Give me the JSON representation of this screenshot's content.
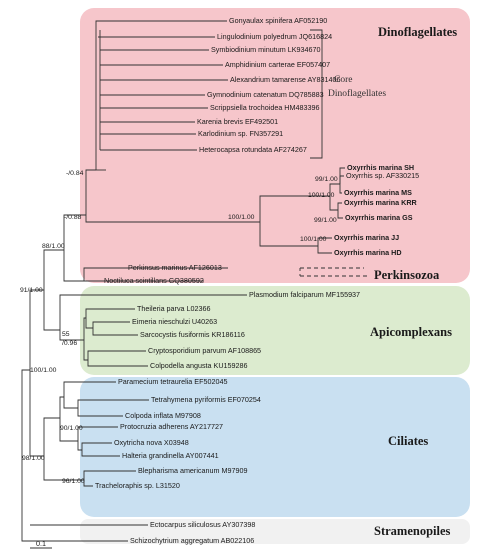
{
  "colors": {
    "dinoflagellates": "#f6c6cb",
    "apicomplexans": "#dcebcf",
    "ciliates": "#c9e0f1",
    "stramenopiles": "#f1f1f1",
    "branch": "#333333"
  },
  "clades": {
    "dinoflagellates": "Dinoflagellates",
    "core_line1": "Core",
    "core_line2": "Dinoflagellates",
    "perkinsozoa": "Perkinsozoa",
    "apicomplexans": "Apicomplexans",
    "ciliates": "Ciliates",
    "stramenopiles": "Stramenopiles"
  },
  "leaves": [
    {
      "text": "Gonyaulax spinifera AF052190",
      "bold": false
    },
    {
      "text": "Lingulodinium polyedrum JQ616824",
      "bold": false
    },
    {
      "text": "Symbiodinium minutum LK934670",
      "bold": false
    },
    {
      "text": "Amphidinium carterae EF057407",
      "bold": false
    },
    {
      "text": "Alexandrium tamarense AY831406",
      "bold": false
    },
    {
      "text": "Gymnodinium catenatum DQ785883",
      "bold": false
    },
    {
      "text": "Scrippsiella trochoidea HM483396",
      "bold": false
    },
    {
      "text": "Karenia brevis EF492501",
      "bold": false
    },
    {
      "text": "Karlodinium sp. FN357291",
      "bold": false
    },
    {
      "text": "Heterocapsa rotundata AF274267",
      "bold": false
    },
    {
      "text": "Oxyrrhis marina SH",
      "bold": true
    },
    {
      "text": "Oxyrrhis sp. AF330215",
      "bold": false
    },
    {
      "text": "Oxyrrhis marina MS",
      "bold": true
    },
    {
      "text": "Oxyrrhis marina KRR",
      "bold": true
    },
    {
      "text": "Oxyrrhis marina GS",
      "bold": true
    },
    {
      "text": "Oxyrrhis marina JJ",
      "bold": true
    },
    {
      "text": "Oxyrrhis marina HD",
      "bold": true
    },
    {
      "text": "Perkinsus marinus AF126013",
      "bold": false
    },
    {
      "text": "Noctiluca scintillans GQ380592",
      "bold": false
    },
    {
      "text": "Plasmodium falciparum MF155937",
      "bold": false
    },
    {
      "text": "Theileria parva L02366",
      "bold": false
    },
    {
      "text": "Eimeria nieschulzi U40263",
      "bold": false
    },
    {
      "text": "Sarcocystis fusiformis KR186116",
      "bold": false
    },
    {
      "text": "Cryptosporidium parvum AF108865",
      "bold": false
    },
    {
      "text": "Colpodella angusta KU159286",
      "bold": false
    },
    {
      "text": "Paramecium tetraurelia EF502045",
      "bold": false
    },
    {
      "text": "Tetrahymena pyriformis EF070254",
      "bold": false
    },
    {
      "text": "Colpoda inflata M97908",
      "bold": false
    },
    {
      "text": "Protocruzia adherens AY217727",
      "bold": false
    },
    {
      "text": "Oxytricha nova X03948",
      "bold": false
    },
    {
      "text": "Halteria grandinella AY007441",
      "bold": false
    },
    {
      "text": "Blepharisma americanum M97909",
      "bold": false
    },
    {
      "text": "Tracheloraphis sp. L31520",
      "bold": false
    },
    {
      "text": "Ectocarpus siliculosus AY307398",
      "bold": false
    },
    {
      "text": "Schizochytrium aggregatum AB022106",
      "bold": false
    }
  ],
  "supports": [
    "-/0.84",
    "-/0.88",
    "99/1.00",
    "100/1.00",
    "99/1.00",
    "100/1.00",
    "100/1.00",
    "88/1.00",
    "91/1.00",
    "55",
    "/0.96",
    "100/1.00",
    "90/1.00",
    "98/1.00",
    "96/1.00"
  ],
  "scale_bar": "0.1"
}
